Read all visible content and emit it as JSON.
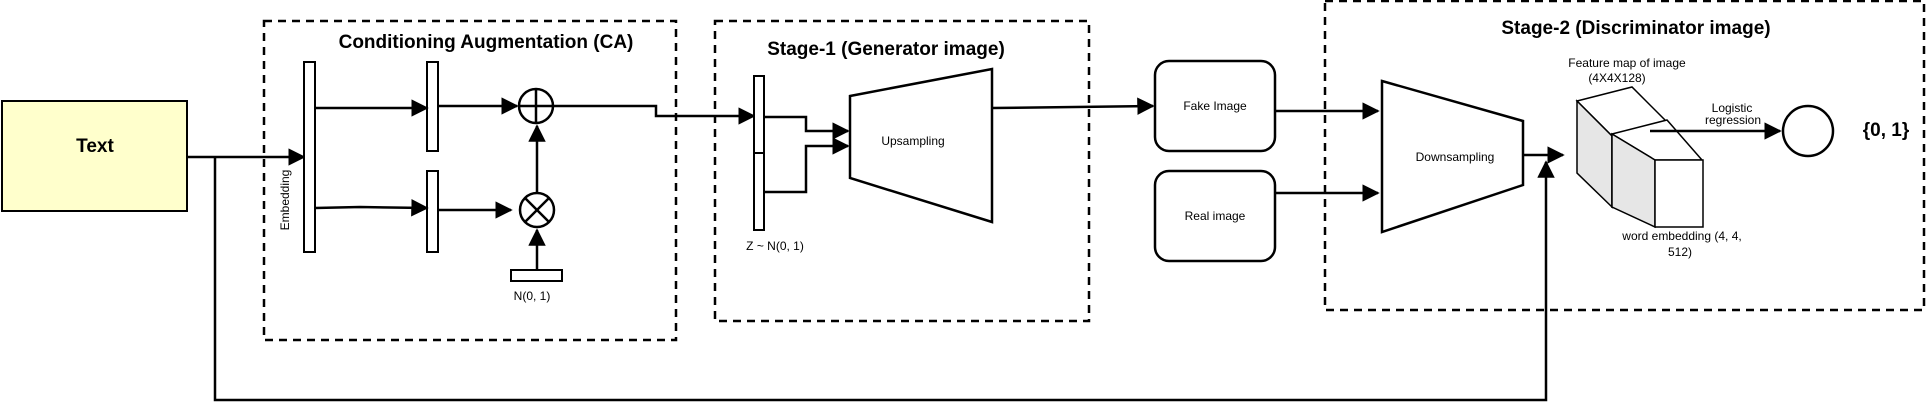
{
  "text_box": {
    "label": "Text",
    "fill": "#ffffcc"
  },
  "embedding": {
    "label": "Embedding"
  },
  "ca": {
    "title": "Conditioning Augmentation (CA)",
    "noise_label": "N(0, 1)"
  },
  "stage1": {
    "title": "Stage-1 (Generator image)",
    "z_label": "Z ~ N(0, 1)",
    "upsampling_label": "Upsampling"
  },
  "images": {
    "fake": "Fake Image",
    "real": "Real image"
  },
  "stage2": {
    "title": "Stage-2 (Discriminator image)",
    "downsampling_label": "Downsampling",
    "feature_map_line1": "Feature map of image",
    "feature_map_line2": "(4X4X128)",
    "logistic_line1": "Logistic",
    "logistic_line2": "regression",
    "word_emb_line1": "word embedding (4, 4,",
    "word_emb_line2": "512)",
    "output_label": "{0, 1}"
  }
}
